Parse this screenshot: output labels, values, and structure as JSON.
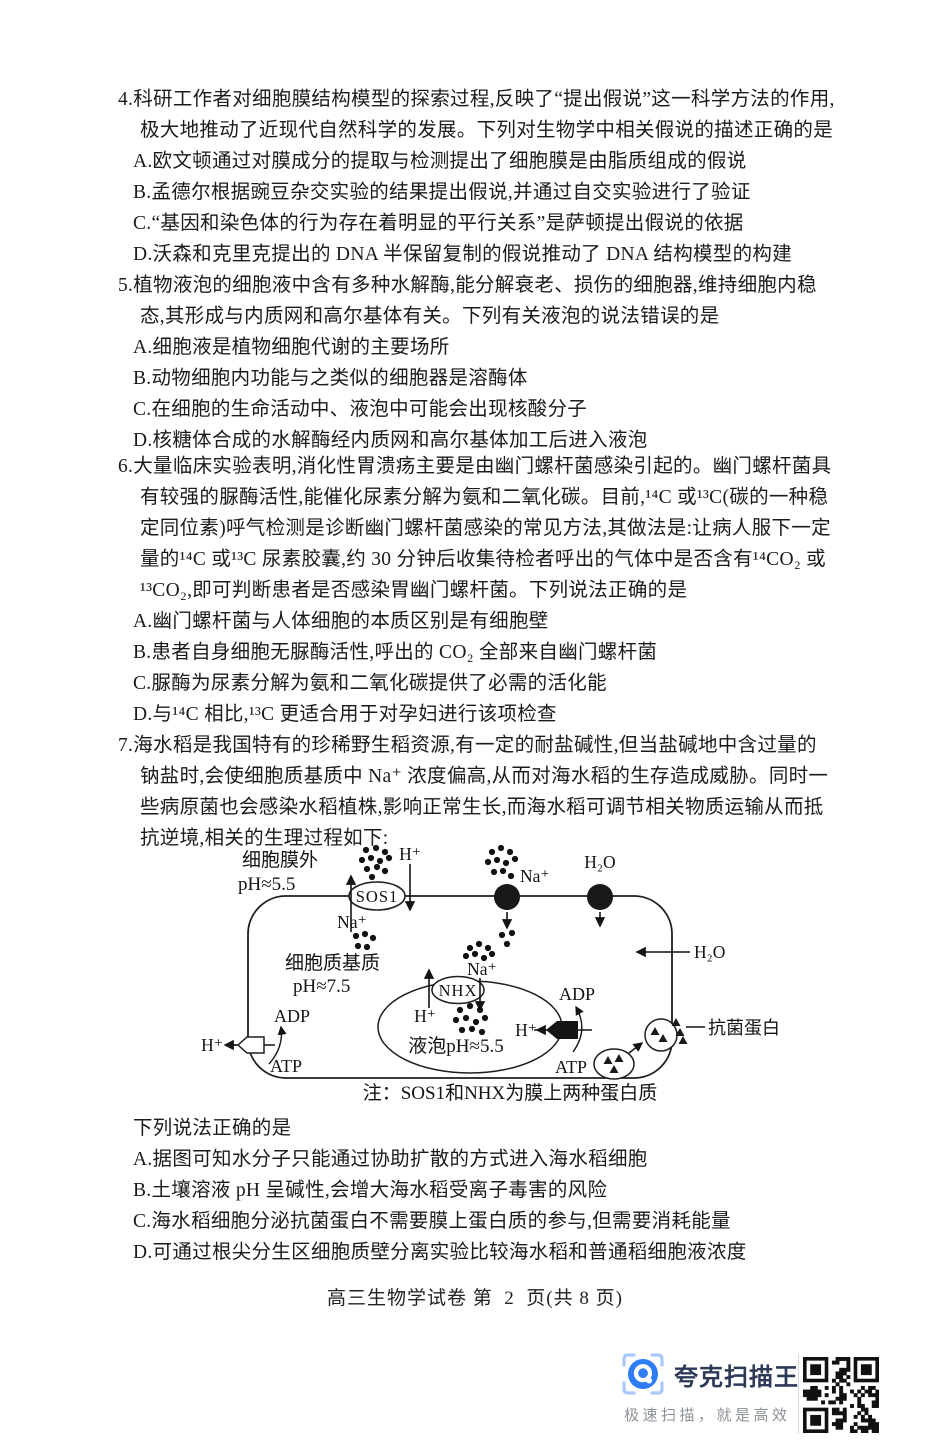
{
  "page": {
    "footer": "高三生物学试卷 第  2  页(共 8 页)"
  },
  "questions": [
    {
      "number": "4",
      "stem_lines": [
        "4.科研工作者对细胞膜结构模型的探索过程,反映了“提出假说”这一科学方法的作用,",
        "极大地推动了近现代自然科学的发展。下列对生物学中相关假说的描述正确的是"
      ],
      "options": [
        "A.欧文顿通过对膜成分的提取与检测提出了细胞膜是由脂质组成的假说",
        "B.孟德尔根据豌豆杂交实验的结果提出假说,并通过自交实验进行了验证",
        "C.“基因和染色体的行为存在着明显的平行关系”是萨顿提出假说的依据",
        "D.沃森和克里克提出的 DNA 半保留复制的假说推动了 DNA 结构模型的构建"
      ]
    },
    {
      "number": "5",
      "stem_lines": [
        "5.植物液泡的细胞液中含有多种水解酶,能分解衰老、损伤的细胞器,维持细胞内稳",
        "态,其形成与内质网和高尔基体有关。下列有关液泡的说法错误的是"
      ],
      "options": [
        "A.细胞液是植物细胞代谢的主要场所",
        "B.动物细胞内功能与之类似的细胞器是溶酶体",
        "C.在细胞的生命活动中、液泡中可能会出现核酸分子",
        "D.核糖体合成的水解酶经内质网和高尔基体加工后进入液泡"
      ]
    },
    {
      "number": "6",
      "stem_lines": [
        "6.大量临床实验表明,消化性胃溃疡主要是由幽门螺杆菌感染引起的。幽门螺杆菌具",
        "有较强的脲酶活性,能催化尿素分解为氨和二氧化碳。目前,¹⁴C 或¹³C(碳的一种稳",
        "定同位素)呼气检测是诊断幽门螺杆菌感染的常见方法,其做法是:让病人服下一定",
        "量的¹⁴C 或¹³C 尿素胶囊,约 30 分钟后收集待检者呼出的气体中是否含有¹⁴CO₂ 或",
        "¹³CO₂,即可判断患者是否感染胃幽门螺杆菌。下列说法正确的是"
      ],
      "options": [
        "A.幽门螺杆菌与人体细胞的本质区别是有细胞壁",
        "B.患者自身细胞无脲酶活性,呼出的 CO₂ 全部来自幽门螺杆菌",
        "C.脲酶为尿素分解为氨和二氧化碳提供了必需的活化能",
        "D.与¹⁴C 相比,¹³C 更适合用于对孕妇进行该项检查"
      ]
    },
    {
      "number": "7",
      "stem_lines": [
        "7.海水稻是我国特有的珍稀野生稻资源,有一定的耐盐碱性,但当盐碱地中含过量的",
        "钠盐时,会使细胞质基质中 Na⁺ 浓度偏高,从而对海水稻的生存造成威胁。同时一",
        "些病原菌也会感染水稻植株,影响正常生长,而海水稻可调节相关物质运输从而抵",
        "抗逆境,相关的生理过程如下:"
      ],
      "tail_intro": "下列说法正确的是",
      "options": [
        "A.据图可知水分子只能通过协助扩散的方式进入海水稻细胞",
        "B.土壤溶液 pH 呈碱性,会增大海水稻受离子毒害的风险",
        "C.海水稻细胞分泌抗菌蛋白不需要膜上蛋白质的参与,但需要消耗能量",
        "D.可通过根尖分生区细胞质壁分离实验比较海水稻和普通稻细胞液浓度"
      ]
    }
  ],
  "diagram": {
    "labels": {
      "outside_membrane": "细胞膜外",
      "outside_ph": "pH≈5.5",
      "cytoplasm": "细胞质基质",
      "cytoplasm_ph": "pH≈7.5",
      "vacuole_ph": "液泡pH≈5.5",
      "sos1": "SOS1",
      "nhx": "NHX",
      "na": "Na⁺",
      "h": "H⁺",
      "h2o": "H₂O",
      "adp": "ADP",
      "atp": "ATP",
      "antibacterial_protein": "抗菌蛋白",
      "note": "注：SOS1和NHX为膜上两种蛋白质"
    }
  },
  "brand": {
    "name": "夸克扫描王",
    "tagline": "极速扫描，就是高效",
    "colors": {
      "logo_blue": "#2e7cf6",
      "bracket_blue": "#aac8fa",
      "name_navy": "#2c3a57",
      "tagline_gray": "#8c9197"
    }
  }
}
